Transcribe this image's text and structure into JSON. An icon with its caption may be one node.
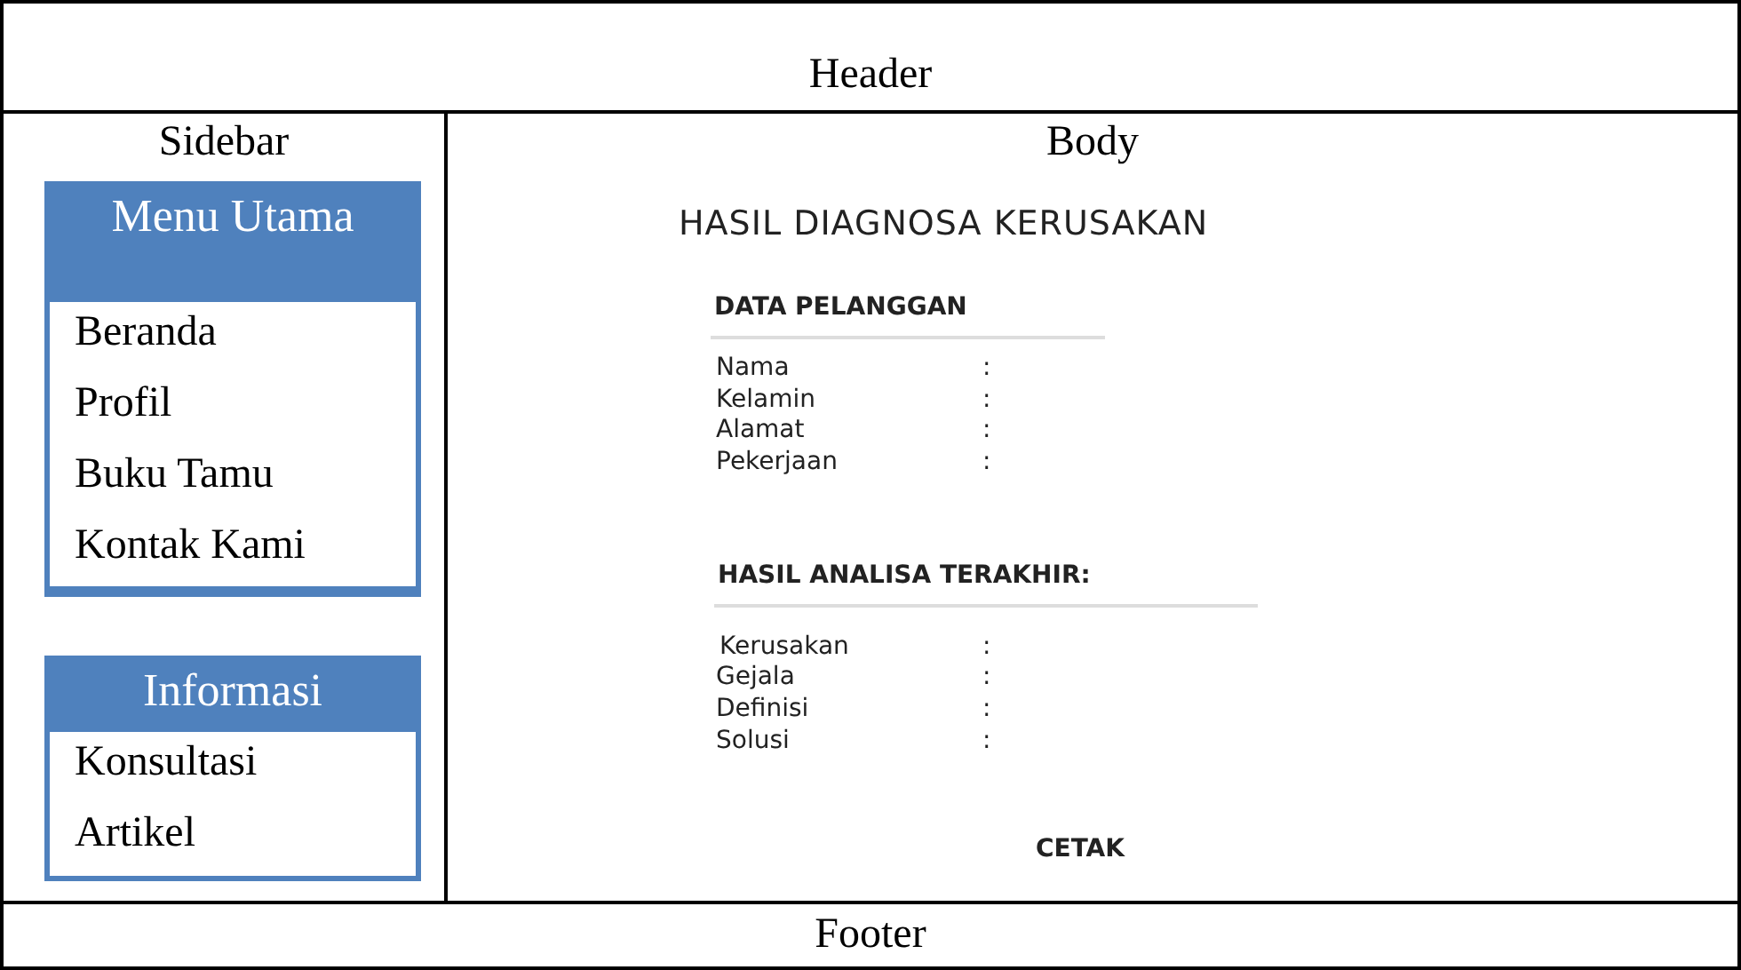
{
  "diagram": {
    "nodes": [
      {
        "text": [
          "Header"
        ]
      },
      {
        "text": [
          "Sidebar"
        ]
      },
      {
        "text": [
          "Menu Utama"
        ],
        "in": 1
      },
      {
        "text": [
          "Beranda"
        ],
        "in": 2
      },
      {
        "text": [
          "Profil"
        ],
        "in": 2
      },
      {
        "text": [
          "Buku Tamu"
        ],
        "in": 2
      },
      {
        "text": [
          "Kontak Kami"
        ],
        "in": 2
      },
      {
        "text": [
          "Informasi"
        ],
        "in": 1
      },
      {
        "text": [
          "Konsultasi"
        ],
        "in": 7
      },
      {
        "text": [
          "Artikel"
        ],
        "in": 7
      },
      {
        "text": [
          "Body"
        ]
      },
      {
        "text": [
          "Footer"
        ]
      }
    ],
    "edges": [],
    "labels": [
      "HASIL DIAGNOSA KERUSAKAN",
      "DATA PELANGGAN",
      "Nama",
      ":",
      "Kelamin",
      ":",
      "Alamat",
      ":",
      "Pekerjaan",
      ":",
      "HASIL ANALISA TERAKHIR:",
      "Kerusakan",
      ":",
      "Gejala",
      ":",
      "Definisi",
      ":",
      "Solusi",
      ":",
      "CETAK"
    ]
  }
}
